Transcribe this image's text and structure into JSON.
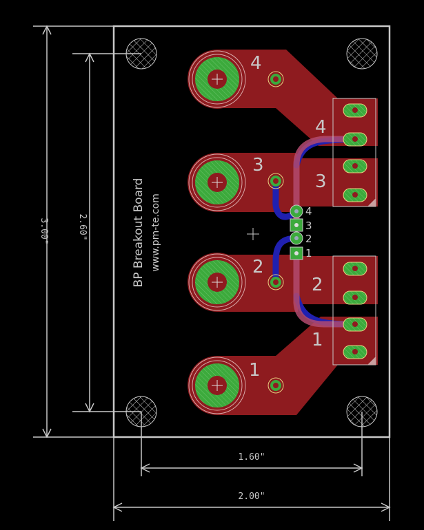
{
  "board": {
    "title": "BP Breakout Board",
    "url": "www.pm-te.com"
  },
  "dimensions": {
    "height_outer": "3.00\"",
    "height_holes": "2.60\"",
    "width_holes": "1.60\"",
    "width_outer": "2.00\""
  },
  "pad_labels": [
    "1",
    "2",
    "3",
    "4"
  ],
  "connector_labels": [
    "1",
    "2",
    "3",
    "4"
  ],
  "header_labels": [
    "1",
    "2",
    "3",
    "4"
  ],
  "colors": {
    "background": "#000000",
    "top_copper": "#8e1b1f",
    "bottom_copper": "#2020b0",
    "pad": "#3caa3c",
    "silkscreen": "#c8c8c8"
  }
}
